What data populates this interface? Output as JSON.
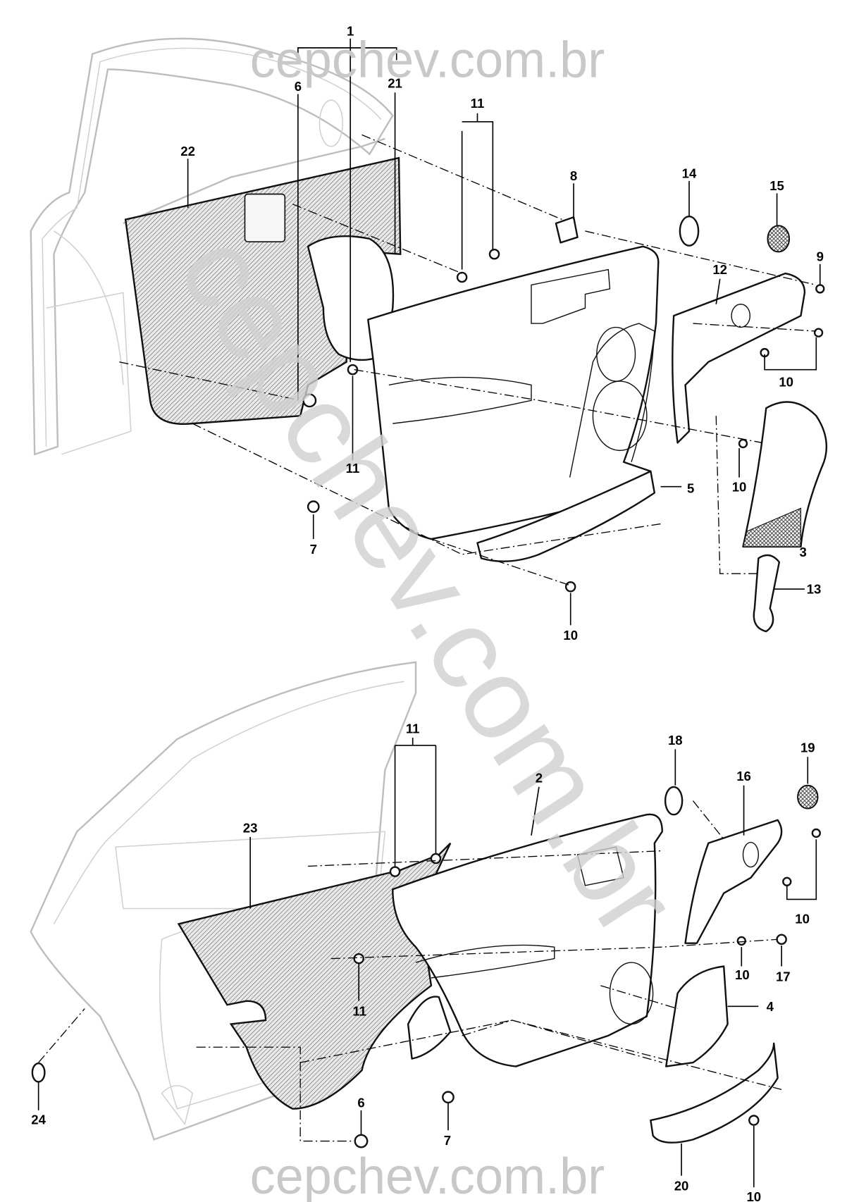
{
  "watermark": {
    "top": "cepchev.com.br",
    "diagonal": "cepchev.com.br",
    "bottom": "cepchev.com.br"
  },
  "front_door": {
    "callouts": [
      "1",
      "6",
      "21",
      "22",
      "11",
      "8",
      "14",
      "15",
      "9",
      "12",
      "10",
      "11",
      "5",
      "10",
      "7",
      "3",
      "13",
      "10"
    ]
  },
  "rear_door": {
    "callouts": [
      "11",
      "18",
      "19",
      "16",
      "2",
      "23",
      "10",
      "10",
      "17",
      "11",
      "4",
      "24",
      "6",
      "7",
      "20",
      "10"
    ]
  }
}
